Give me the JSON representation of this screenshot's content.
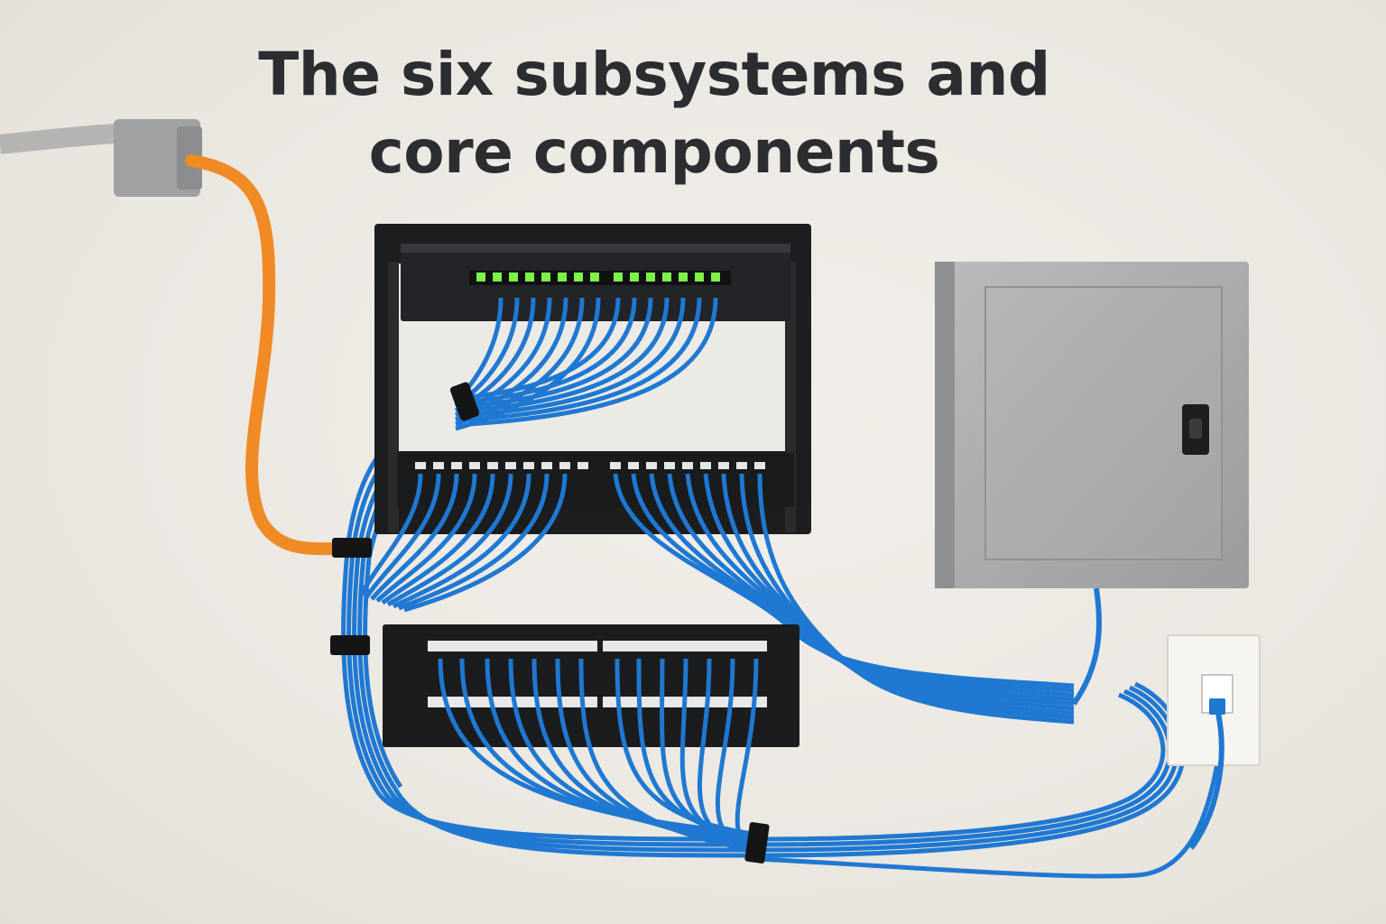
{
  "title": {
    "line1": "The six subsystems and",
    "line2": "core components"
  },
  "colors": {
    "wall": "#ece8e2",
    "title_text": "#2b2d31",
    "cable_blue": "#1f78d1",
    "cable_orange": "#f08a24",
    "rack_black": "#1c1d1f",
    "enclosure_gray": "#a9abad",
    "port_led_green": "#7ef04a"
  },
  "icons": [
    "cable-entry-box",
    "network-rack",
    "network-switch",
    "patch-panel",
    "distribution-enclosure",
    "wall-outlet"
  ]
}
